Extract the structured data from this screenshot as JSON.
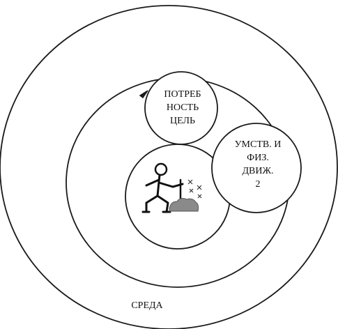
{
  "diagram": {
    "environment_label": "СРЕДА",
    "need_goal_label": [
      "ПОТРЕБ",
      "НОСТЬ",
      "ЦЕЛЬ"
    ],
    "movement_label": [
      "УМСТВ. И",
      "ФИЗ.",
      "ДВИЖ.",
      "2"
    ]
  },
  "colors": {
    "line": "#1a1a1a",
    "background": "#ffffff",
    "stone": "#8a8a8a"
  }
}
